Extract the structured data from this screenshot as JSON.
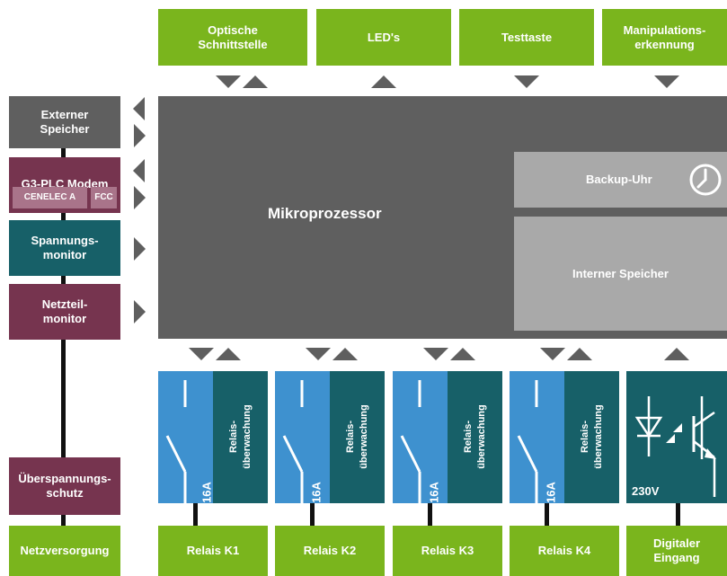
{
  "top_interfaces": [
    "Optische\nSchnittstelle",
    "LED's",
    "Testtaste",
    "Manipulations-\nerkennung"
  ],
  "left_modules": {
    "external_memory": "Externer\nSpeicher",
    "g3_plc_modem": "G3-PLC Modem",
    "cenelec": "CENELEC A",
    "fcc": "FCC",
    "voltage_monitor": "Spannungs-\nmonitor",
    "psu_monitor": "Netzteil-\nmonitor",
    "surge_protection": "Überspannungs-\nschutz",
    "power_supply": "Netzversorgung"
  },
  "core": {
    "microprocessor": "Mikroprozessor",
    "backup_clock": "Backup-Uhr",
    "internal_memory": "Interner Speicher"
  },
  "relays": [
    {
      "rating": "16A",
      "monitor": "Relais-\nüberwachung",
      "label": "Relais K1"
    },
    {
      "rating": "16A",
      "monitor": "Relais-\nüberwachung",
      "label": "Relais K2"
    },
    {
      "rating": "16A",
      "monitor": "Relais-\nüberwachung",
      "label": "Relais K3"
    },
    {
      "rating": "16A",
      "monitor": "Relais-\nüberwachung",
      "label": "Relais K4"
    }
  ],
  "digital_input": {
    "voltage": "230V",
    "label": "Digitaler\nEingang"
  },
  "colors": {
    "green": "#7ab51d",
    "dark_gray": "#5f5f5f",
    "light_gray": "#a9a9a9",
    "plum": "#76344f",
    "teal": "#176068",
    "blue": "#3e91cf"
  }
}
